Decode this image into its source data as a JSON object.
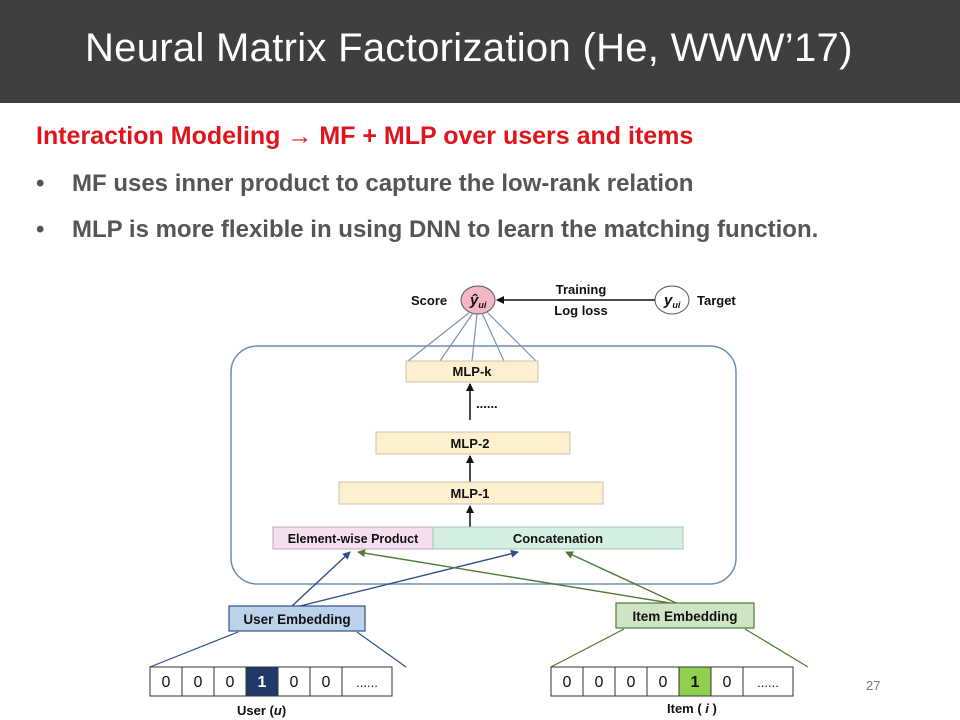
{
  "slide": {
    "title": "Neural Matrix Factorization (He, WWW’17)",
    "subtitle": "Interaction Modeling → MF + MLP over users and items",
    "bullets": [
      "MF uses inner product to capture the low-rank relation",
      "MLP is more flexible in using DNN to learn the matching function."
    ],
    "bullet_glyph": "•",
    "page_number": "27"
  },
  "diagram": {
    "score_label": "Score",
    "score_symbol": "ŷ",
    "score_subscript": "ui",
    "training_label": "Training",
    "log_loss_label": "Log loss",
    "target_symbol": "y",
    "target_subscript": "ui",
    "target_label": "Target",
    "mlp_k": "MLP-k",
    "ellipsis": "......",
    "mlp_2": "MLP-2",
    "mlp_1": "MLP-1",
    "element_wise_product": "Element-wise Product",
    "concatenation": "Concatenation",
    "user_embedding": "User Embedding",
    "item_embedding": "Item Embedding",
    "user_vector": [
      "0",
      "0",
      "0",
      "1",
      "0",
      "0",
      "......"
    ],
    "item_vector": [
      "0",
      "0",
      "0",
      "0",
      "1",
      "0",
      "......"
    ],
    "user_input_prefix": "User (",
    "user_input_var": "u",
    "user_input_suffix": ")",
    "item_input_prefix": "Item ( ",
    "item_input_var": "i",
    "item_input_suffix": " )",
    "colors": {
      "header_bg": "#3f3f3f",
      "subtitle_red": "#e0141c",
      "mlp_fill": "#fdf0cf",
      "product_fill": "#f6dff1",
      "concat_fill": "#d6efe3",
      "user_embed_fill": "#bcd1ea",
      "item_embed_fill": "#cfe4c4",
      "user_one_fill": "#1f3a68",
      "item_one_fill": "#8fd14f",
      "score_fill": "#f4b8c4",
      "frame_stroke": "#6c8db5",
      "user_line": "#2f4f86",
      "item_line": "#4f7a36"
    }
  }
}
